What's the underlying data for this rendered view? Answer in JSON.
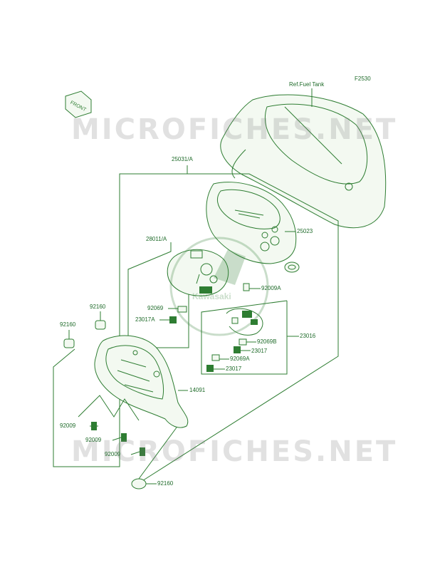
{
  "figure_code": "F2530",
  "ref_note": "Ref.Fuel Tank",
  "front_arrow_text": "FRONT",
  "watermark_text": "MICROFICHES.NET",
  "center_logo_text": "Kawasaki",
  "colors": {
    "line": "#2e7d32",
    "label": "#1f6b2a",
    "watermark": "#999999"
  },
  "parts": {
    "p25031A": "25031/A",
    "p25023": "25023",
    "p28011A": "28011/A",
    "p92009A": "92009A",
    "p23016": "23016",
    "p92069": "92069",
    "p23017A": "23017A",
    "p92069B": "92069B",
    "p23017_1": "23017",
    "p92069A": "92069A",
    "p23017_2": "23017",
    "p92160_left": "92160",
    "p92160_right": "92160",
    "p14091": "14091",
    "p92009_1": "92009",
    "p92009_2": "92009",
    "p92009_3": "92009",
    "p92160_bottom": "92160"
  }
}
